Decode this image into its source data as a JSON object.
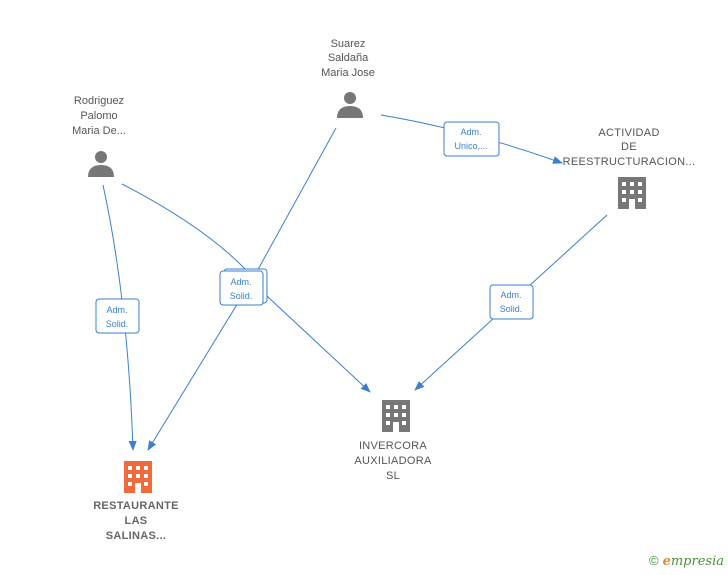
{
  "persons": [
    {
      "id": "rodriguez",
      "label_lines": [
        "Rodriguez",
        "Palomo",
        "Maria De..."
      ]
    },
    {
      "id": "suarez",
      "label_lines": [
        "Suarez",
        "Saldaña",
        "Maria Jose"
      ]
    }
  ],
  "companies": [
    {
      "id": "actividad",
      "label_lines": [
        "ACTIVIDAD",
        "DE",
        "REESTRUCTURACION..."
      ],
      "color": "#777777"
    },
    {
      "id": "invercora",
      "label_lines": [
        "INVERCORA",
        "AUXILIADORA",
        "SL"
      ],
      "color": "#777777"
    },
    {
      "id": "restaurante",
      "label_lines": [
        "RESTAURANTE",
        "LAS",
        "SALINAS..."
      ],
      "color": "#f26a3b"
    }
  ],
  "edges": [
    {
      "id": "suarez-actividad",
      "label_lines": [
        "Adm.",
        "Unico,..."
      ]
    },
    {
      "id": "rodriguez-restaurante",
      "label_lines": [
        "Adm.",
        "Solid."
      ]
    },
    {
      "id": "shared",
      "label_lines": [
        "Adm.",
        "Solid."
      ]
    },
    {
      "id": "actividad-invercora",
      "label_lines": [
        "Adm.",
        "Solid."
      ]
    }
  ],
  "footer": {
    "copyright": "©",
    "brand_initial": "e",
    "brand_rest": "mpresia"
  },
  "colors": {
    "edge": "#3a7fd0",
    "person": "#777777"
  }
}
